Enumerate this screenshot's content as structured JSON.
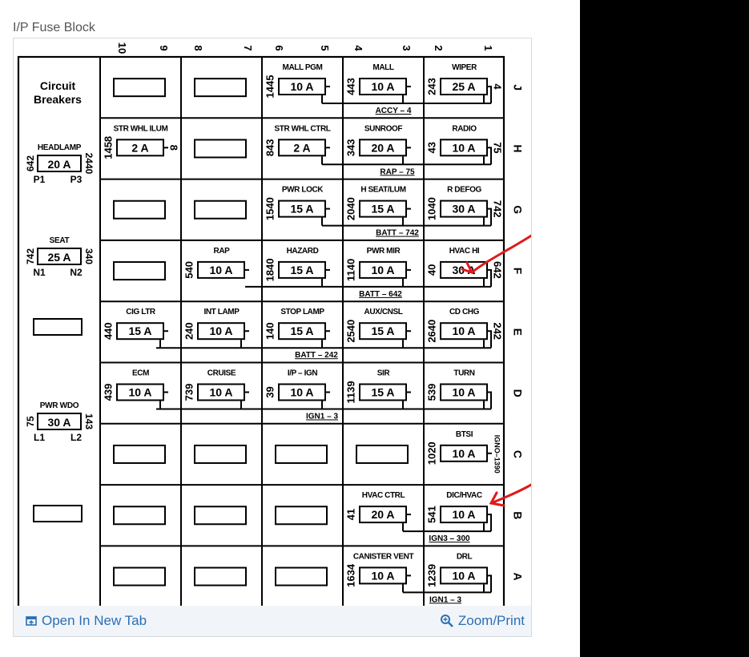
{
  "page": {
    "caption": "I/P Fuse Block",
    "open_label": "Open In New Tab",
    "zoom_label": "Zoom/Print",
    "colors": {
      "link": "#2a6fb5",
      "annotation": "#e0191b",
      "footer_bg": "#f1f5f9"
    }
  },
  "diagram": {
    "col_numbers": [
      "10",
      "9",
      "8",
      "7",
      "6",
      "5",
      "4",
      "3",
      "2",
      "1"
    ],
    "row_letters": [
      "J",
      "H",
      "G",
      "F",
      "E",
      "D",
      "C",
      "B",
      "A"
    ],
    "breakers_title": [
      "Circuit",
      "Breakers"
    ],
    "breakers": [
      {
        "label": "HEADLAMP",
        "value": "20 A",
        "left": "642",
        "right": "2440",
        "t1": "P1",
        "t2": "P3"
      },
      {
        "label": "SEAT",
        "value": "25 A",
        "left": "742",
        "right": "340",
        "t1": "N1",
        "t2": "N2"
      },
      {
        "label": "PWR WDO",
        "value": "30 A",
        "left": "75",
        "right": "143",
        "t1": "L1",
        "t2": "L2"
      }
    ],
    "buses": [
      {
        "label": "ACCY – 4"
      },
      {
        "label": "RAP – 75"
      },
      {
        "label": "BATT – 742"
      },
      {
        "label": "BATT – 642"
      },
      {
        "label": "BATT – 242"
      },
      {
        "label": "IGN1 – 3"
      },
      {
        "label": "IGN3 – 300"
      },
      {
        "label": "IGN1 – 3"
      }
    ],
    "fuses": [
      {
        "r": 0,
        "c": 2,
        "label": "MALL PGM",
        "value": "10 A",
        "circuit": "1445",
        "circuit_pos": "left"
      },
      {
        "r": 0,
        "c": 3,
        "label": "MALL",
        "value": "10 A",
        "circuit": "443",
        "circuit_pos": "left"
      },
      {
        "r": 0,
        "c": 4,
        "label": "WIPER",
        "value": "25 A",
        "circuit": "243",
        "circuit_pos": "left",
        "circuit2": "4"
      },
      {
        "r": 1,
        "c": 0,
        "label": "STR WHL ILUM",
        "value": "2 A",
        "circuit": "1458",
        "circuit_pos": "left",
        "circuit2": "8"
      },
      {
        "r": 1,
        "c": 2,
        "label": "STR WHL CTRL",
        "value": "2 A",
        "circuit": "843",
        "circuit_pos": "left"
      },
      {
        "r": 1,
        "c": 3,
        "label": "SUNROOF",
        "value": "20 A",
        "circuit": "343",
        "circuit_pos": "left"
      },
      {
        "r": 1,
        "c": 4,
        "label": "RADIO",
        "value": "10 A",
        "circuit": "43",
        "circuit_pos": "left",
        "circuit2": "75"
      },
      {
        "r": 2,
        "c": 2,
        "label": "PWR LOCK",
        "value": "15 A",
        "circuit": "1540",
        "circuit_pos": "left"
      },
      {
        "r": 2,
        "c": 3,
        "label": "H SEAT/LUM",
        "value": "15 A",
        "circuit": "2040",
        "circuit_pos": "left"
      },
      {
        "r": 2,
        "c": 4,
        "label": "R DEFOG",
        "value": "30 A",
        "circuit": "1040",
        "circuit_pos": "left",
        "circuit2": "742"
      },
      {
        "r": 3,
        "c": 1,
        "label": "RAP",
        "value": "10 A",
        "circuit": "540",
        "circuit_pos": "left"
      },
      {
        "r": 3,
        "c": 2,
        "label": "HAZARD",
        "value": "15 A",
        "circuit": "1840",
        "circuit_pos": "left"
      },
      {
        "r": 3,
        "c": 3,
        "label": "PWR MIR",
        "value": "10 A",
        "circuit": "1140",
        "circuit_pos": "left"
      },
      {
        "r": 3,
        "c": 4,
        "label": "HVAC HI",
        "value": "30 A",
        "circuit": "40",
        "circuit_pos": "left",
        "circuit2": "642"
      },
      {
        "r": 4,
        "c": 0,
        "label": "CIG LTR",
        "value": "15 A",
        "circuit": "440",
        "circuit_pos": "left"
      },
      {
        "r": 4,
        "c": 1,
        "label": "INT LAMP",
        "value": "10 A",
        "circuit": "240",
        "circuit_pos": "left"
      },
      {
        "r": 4,
        "c": 2,
        "label": "STOP LAMP",
        "value": "15 A",
        "circuit": "140",
        "circuit_pos": "left"
      },
      {
        "r": 4,
        "c": 3,
        "label": "AUX/CNSL",
        "value": "15 A",
        "circuit": "2540",
        "circuit_pos": "left"
      },
      {
        "r": 4,
        "c": 4,
        "label": "CD CHG",
        "value": "10 A",
        "circuit": "2640",
        "circuit_pos": "left",
        "circuit2": "242"
      },
      {
        "r": 5,
        "c": 0,
        "label": "ECM",
        "value": "10 A",
        "circuit": "439",
        "circuit_pos": "left"
      },
      {
        "r": 5,
        "c": 1,
        "label": "CRUISE",
        "value": "10 A",
        "circuit": "739",
        "circuit_pos": "left"
      },
      {
        "r": 5,
        "c": 2,
        "label": "I/P – IGN",
        "value": "10 A",
        "circuit": "39",
        "circuit_pos": "left"
      },
      {
        "r": 5,
        "c": 3,
        "label": "SIR",
        "value": "15 A",
        "circuit": "1139",
        "circuit_pos": "left"
      },
      {
        "r": 5,
        "c": 4,
        "label": "TURN",
        "value": "10 A",
        "circuit": "539",
        "circuit_pos": "left"
      },
      {
        "r": 6,
        "c": 4,
        "label": "BTSI",
        "value": "10 A",
        "circuit": "1020",
        "circuit_pos": "left",
        "circuit2": "IGNO–1390"
      },
      {
        "r": 7,
        "c": 3,
        "label": "HVAC CTRL",
        "value": "20 A",
        "circuit": "41",
        "circuit_pos": "left"
      },
      {
        "r": 7,
        "c": 4,
        "label": "DIC/HVAC",
        "value": "10 A",
        "circuit": "541",
        "circuit_pos": "left"
      },
      {
        "r": 8,
        "c": 3,
        "label": "CANISTER VENT",
        "value": "10 A",
        "circuit": "1634",
        "circuit_pos": "left"
      },
      {
        "r": 8,
        "c": 4,
        "label": "DRL",
        "value": "10 A",
        "circuit": "1239",
        "circuit_pos": "left"
      }
    ]
  }
}
